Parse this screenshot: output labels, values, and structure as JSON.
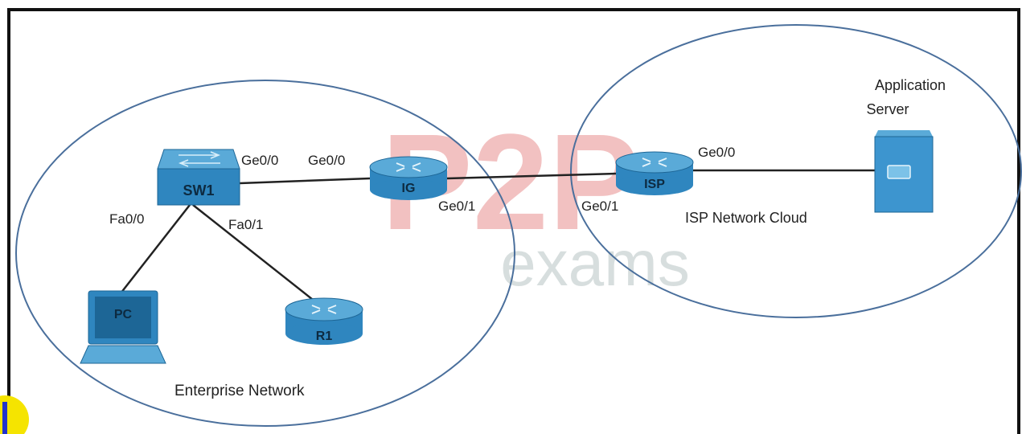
{
  "colors": {
    "frame": "#111111",
    "cloud_outline": "#4a6f9c",
    "link": "#222222",
    "device_blue": "#2f86bf",
    "device_blue_dark": "#1d6696",
    "device_top": "#5aaad8",
    "watermark_red": "#e89090",
    "watermark_gray": "#b8c4c4"
  },
  "watermark": {
    "brand": "P2P",
    "sub": "exams"
  },
  "clouds": {
    "enterprise_label": "Enterprise Network",
    "isp_label": "ISP Network Cloud"
  },
  "devices": {
    "sw1": "SW1",
    "ig": "IG",
    "isp": "ISP",
    "pc": "PC",
    "r1": "R1",
    "server_line1": "Application",
    "server_line2": "Server"
  },
  "interfaces": {
    "sw1_ge00": "Ge0/0",
    "ig_ge00": "Ge0/0",
    "ig_ge01": "Ge0/1",
    "isp_ge01": "Ge0/1",
    "isp_ge00": "Ge0/0",
    "sw1_fa00": "Fa0/0",
    "sw1_fa01": "Fa0/1"
  }
}
